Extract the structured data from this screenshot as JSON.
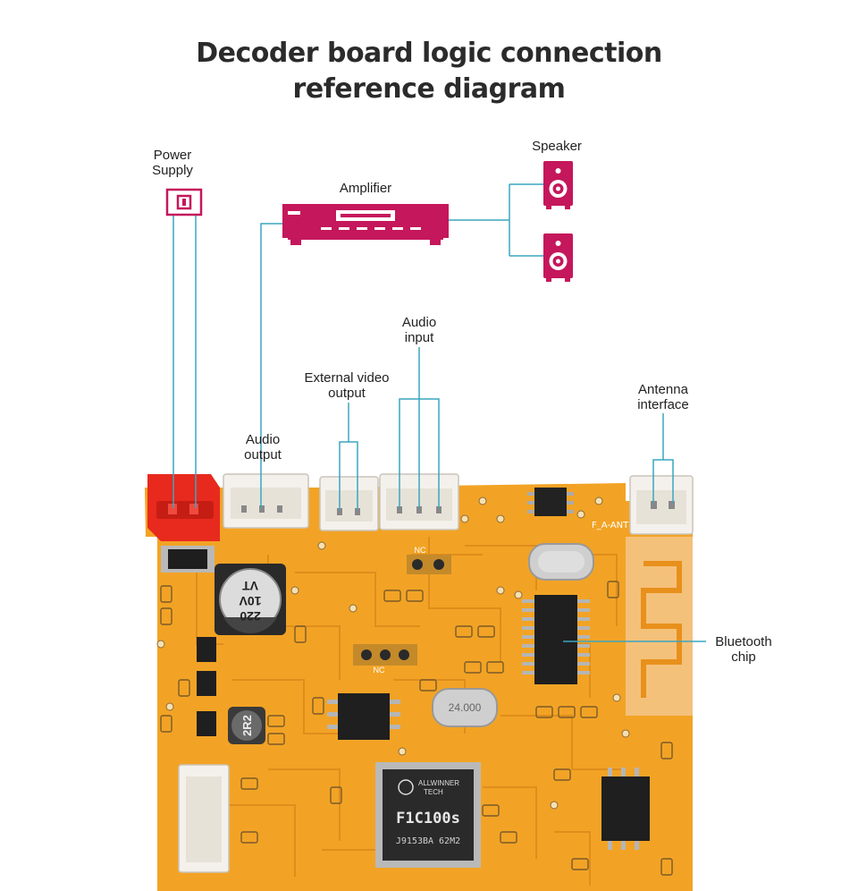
{
  "title": {
    "line1": "Decoder board logic connection",
    "line2": "reference diagram"
  },
  "labels": {
    "power_supply": [
      "Power",
      "Supply"
    ],
    "amplifier": "Amplifier",
    "speaker": "Speaker",
    "audio_input": [
      "Audio",
      "input"
    ],
    "external_video_output": [
      "External video",
      "output"
    ],
    "antenna_interface": [
      "Antenna",
      "interface"
    ],
    "audio_output": [
      "Audio",
      "output"
    ],
    "bluetooth_chip": [
      "Bluetooth",
      "chip"
    ]
  },
  "board_markings": {
    "main_chip_brand": "ALLWINNER",
    "main_chip_brand2": "TECH",
    "main_chip_model": "F1C100s",
    "main_chip_code": "J9153BA  62M2",
    "capacitor": [
      "220",
      "10V",
      "VT"
    ],
    "inductor": "2R2",
    "crystal": "24.000",
    "antenna_marking": "F_A-ANT",
    "nc_1": "NC",
    "nc_2": "NC"
  },
  "colors": {
    "accent": "#c5175b",
    "wire": "#3aa6bf",
    "board": "#f2a325",
    "board_dark": "#d9861a",
    "connector_red": "#e8291e",
    "connector_white": "#f4f1ec"
  }
}
